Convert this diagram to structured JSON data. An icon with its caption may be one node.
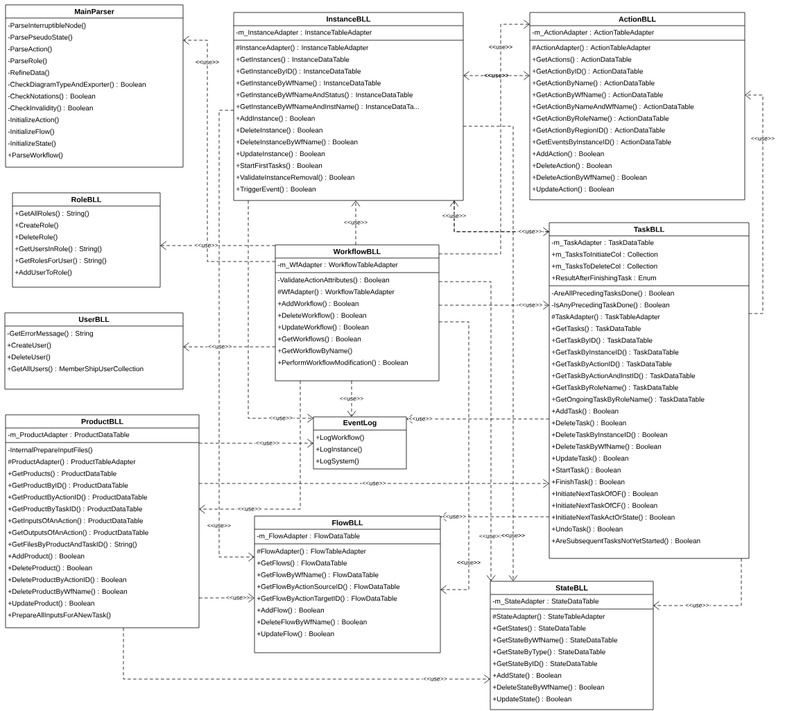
{
  "diagram": {
    "nodes": [
      {
        "text": [
          "MainParser",
          "-ParseInterruptibleNode()",
          "-ParsePseudoState()",
          "-ParseAction()",
          "-ParseRole()",
          "-RefineData()",
          "-CheckDiagramTypeAndExporter() : Boolean",
          "-CheckNotations() : Boolean",
          "-CheckInvalidity() : Boolean",
          "-InitializeAction()",
          "-InitializeFlow()",
          "-InitializeState()",
          "+ParseWorkflow()"
        ]
      },
      {
        "text": [
          "InstanceBLL",
          "-m_InstanceAdapter : InstanceTableAdapter",
          "#InstanceAdapter() : InstanceTableAdapter",
          "+GetInstances() : InstanceDataTable",
          "+GetInstanceByID() : InstanceDataTable",
          "+GetInstanceByWfName() : InstanceDataTable",
          "+GetInstanceByWfNameAndStatus() : InstanceDataTable",
          "+GetInstanceByWfNameAndInstName() : InstanceDataTa...",
          "+AddInstance() : Boolean",
          "+DeleteInstance() : Boolean",
          "+DeleteInstanceByWfName() : Boolean",
          "+UpdateInstance() : Boolean",
          "+StartFirstTasks() : Boolean",
          "+ValidateInstanceRemoval() : Boolean",
          "+TriggerEvent() : Boolean"
        ]
      },
      {
        "text": [
          "ActionBLL",
          "-m_ActionAdapter : ActionTableAdapter",
          "#ActionAdapter() : ActionTableAdapter",
          "+GetActions() : ActionDataTable",
          "+GetActionByID() : ActionDataTable",
          "+GetActionByName() : ActionDataTable",
          "+GetActionByWfName() : ActionDataTable",
          "+GetActionByNameAndWfName() : ActionDataTable",
          "+GetActionByRoleName() : ActionDataTable",
          "+GetActionByRegionID() : ActionDataTable",
          "+GetEventsByInstanceID() : ActionDataTable",
          "+AddAction() : Boolean",
          "+DeleteAction() : Boolean",
          "+DeleteActionByWfName() : Boolean",
          "+UpdateAction() : Boolean"
        ]
      },
      {
        "text": [
          "RoleBLL",
          "+GetAllRoles() : String()",
          "+CreateRole()",
          "+DeleteRole()",
          "+GetUsersInRole() : String()",
          "+GetRolesForUser() : String()",
          "+AddUserToRole()"
        ]
      },
      {
        "text": [
          "WorkflowBLL",
          "-m_WfAdapter : WorkflowTableAdapter",
          "-ValidateActionAttributes() : Boolean",
          "#WfAdapter() : WorkflowTableAdapter",
          "+AddWorkflow() : Boolean",
          "+DeleteWorkflow() : Boolean",
          "+UpdateWorkflow() : Boolean",
          "+GetWorkflows() : Boolean",
          "+GetWorkflowByName()",
          "+PerformWorkflowModification() : Boolean"
        ]
      },
      {
        "text": [
          "TaskBLL",
          "-m_TaskAdapter : TaskDataTable",
          "+m_TasksToInitiateCol : Collection",
          "+m_TasksToDeleteCol : Collection",
          "+ResultAfterFinishingTask : Enum",
          "-AreAllPrecedingTasksDone() : Boolean",
          "-IsAnyPrecedingTaskDone() : Boolean",
          "#TaskAdapter() : TaskTableAdapter",
          "+GetTasks() : TaskDataTable",
          "+GetTaskByID() : TaskDataTable",
          "+GetTaskByInstanceID() : TaskDataTable",
          "+GetTaskByActionID() : TaskDataTable",
          "+GetTaskByActionAndInstID() : TaskDataTable",
          "+GetTaskByRoleName() : TaskDataTable",
          "+GetOngoingTaskByRoleName() : TaskDataTable",
          "+AddTask() : Boolean",
          "+DeleteTask() : Boolean",
          "+DeleteTaskByInstanceID() : Boolean",
          "+DeleteTaskByWfName() : Boolean",
          "+UpdateTask() : Boolean",
          "+StartTask() : Boolean",
          "+FinishTask() : Boolean",
          "+InitiateNextTaskOfOF() : Boolean",
          "+InitiateNextTaskOfCF() : Boolean",
          "+InitiateNextTaskActOrState() : Boolean",
          "+UndoTask() : Boolean",
          "+AreSubsequentTasksNotYetStarted() : Boolean"
        ]
      },
      {
        "text": [
          "UserBLL",
          "-GetErrorMessage() : String",
          "+CreateUser()",
          "+DeleteUser()",
          "+GetAllUsers() : MemberShipUserCollection"
        ]
      },
      {
        "text": [
          "ProductBLL",
          "-m_ProductAdapter : ProductDataTable",
          "-InternalPrepareInputFiles()",
          "#ProductAdapter() : ProductTableAdapter",
          "+GetProducts() : ProductDataTable",
          "+GetProductByID() : ProductDataTable",
          "+GetProductByActionID() : ProductDataTable",
          "+GetProductByTaskID() : ProductDataTable",
          "+GetInputsOfAnAction() : ProductDataTable",
          "+GetOutputsOfAnAction() : ProductDataTable",
          "+GetFilesByProductAndTaskID() : String()",
          "+AddProduct() : Boolean",
          "+DeleteProduct() : Boolean",
          "+DeleteProductByActionID() : Boolean",
          "+DeleteProductByWfName() : Boolean",
          "+UpdateProduct() : Boolean",
          "+PrepareAllInputsForANewTask()"
        ]
      },
      {
        "text": [
          "EventLog",
          "+LogWorkflow()",
          "+LogInstance()",
          "+LogSystem()"
        ]
      },
      {
        "text": [
          "FlowBLL",
          "-m_FlowAdapter : FlowDataTable",
          "#FlowAdapter() : FlowTableAdapter",
          "+GetFlows() : FlowDataTable",
          "+GetFlowByWfName() : FlowDataTable",
          "+GetFlowByActionSourceID() : FlowDataTable",
          "+GetFlowByActionTargetID() : FlowDataTable",
          "+AddFlow() : Boolean",
          "+DeleteFlowByWfName() : Boolean",
          "+UpdateFlow() : Boolean"
        ]
      },
      {
        "text": [
          "StateBLL",
          "-m_StateAdapter : StateDataTable",
          "#StateAdapter() : StateTableAdapter",
          "+GetStates() : StateDataTable",
          "+GetStateByWfName() : StateDataTable",
          "+GetStateByType() : StateDataTable",
          "+GetStateByID() : StateDataTable",
          "+AddState() : Boolean",
          "+DeleteStateByWfName() : Boolean",
          "+UpdateState() : Boolean"
        ]
      }
    ],
    "edges": [
      {
        "from": 4,
        "to": 0,
        "arrow": "to",
        "label": "<<use>>"
      },
      {
        "from": 4,
        "to": 3,
        "arrow": "to",
        "label": "<<use>>"
      },
      {
        "from": 4,
        "to": 6,
        "arrow": "to",
        "label": "<<use>>"
      },
      {
        "from": 1,
        "to": 9,
        "arrow": "to",
        "label": "<<use>>"
      },
      {
        "from": 1,
        "to": 8,
        "arrow": "to",
        "label": "<<use>>"
      },
      {
        "from": 4,
        "to": 1,
        "arrow": "to",
        "label": "<<use>>"
      },
      {
        "from": 4,
        "to": 8,
        "arrow": "to",
        "label": "<<use>>"
      },
      {
        "from": 7,
        "to": 8,
        "arrow": "to",
        "label": "<<use>>"
      },
      {
        "from": 4,
        "to": 7,
        "arrow": "to",
        "label": "<<use>>"
      },
      {
        "from": 7,
        "to": 5,
        "arrow": "to",
        "label": "<<use>>"
      },
      {
        "from": 7,
        "to": 9,
        "arrow": "to",
        "label": "<<use>>"
      },
      {
        "from": 7,
        "to": 10,
        "arrow": "to",
        "label": "<<use>>"
      },
      {
        "from": 5,
        "to": 9,
        "arrow": "to",
        "label": "<<use>>"
      },
      {
        "from": 4,
        "to": 9,
        "arrow": "to",
        "label": "<<use>>"
      },
      {
        "from": 4,
        "to": 5,
        "arrow": "to",
        "label": "<<use>>"
      },
      {
        "from": 4,
        "to": 10,
        "arrow": "to",
        "label": "<<use>>"
      },
      {
        "from": 1,
        "to": 10,
        "arrow": "to",
        "label": "<<use>>"
      },
      {
        "from": 4,
        "to": 2,
        "arrow": "to",
        "label": "<<use>>"
      },
      {
        "from": 5,
        "to": 1,
        "arrow": "to",
        "label": "<<use>>"
      },
      {
        "from": 1,
        "to": 2,
        "arrow": "both",
        "label": "<<use>>"
      },
      {
        "from": 5,
        "to": 2,
        "arrow": "to",
        "label": "<<use>>"
      },
      {
        "from": 5,
        "to": 10,
        "arrow": "to",
        "label": "<<use>>"
      },
      {
        "from": 5,
        "to": 8,
        "arrow": "to",
        "label": "<<use>>"
      },
      {
        "from": 1,
        "to": 5,
        "arrow": "to",
        "label": "<<use>>"
      }
    ]
  }
}
